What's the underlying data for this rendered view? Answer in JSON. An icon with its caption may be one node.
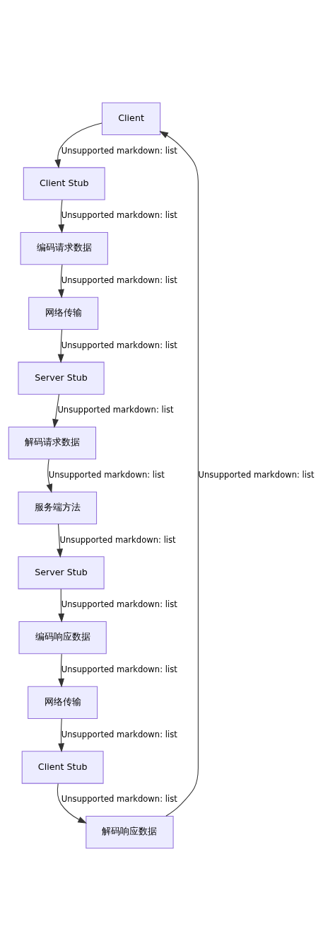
{
  "diagram": {
    "nodes": [
      {
        "text": [
          "Client"
        ]
      },
      {
        "text": [
          "Client Stub"
        ]
      },
      {
        "text": [
          "编码请求数据"
        ]
      },
      {
        "text": [
          "网络传输"
        ]
      },
      {
        "text": [
          "Server Stub"
        ]
      },
      {
        "text": [
          "解码请求数据"
        ]
      },
      {
        "text": [
          "服务端方法"
        ]
      },
      {
        "text": [
          "Server Stub"
        ]
      },
      {
        "text": [
          "编码响应数据"
        ]
      },
      {
        "text": [
          "网络传输"
        ]
      },
      {
        "text": [
          "Client Stub"
        ]
      },
      {
        "text": [
          "解码响应数据"
        ]
      }
    ],
    "edges": [
      {
        "from": 0,
        "to": 1,
        "arrow": "to",
        "label": "Unsupported markdown: list"
      },
      {
        "from": 1,
        "to": 2,
        "arrow": "to",
        "label": "Unsupported markdown: list"
      },
      {
        "from": 2,
        "to": 3,
        "arrow": "to",
        "label": "Unsupported markdown: list"
      },
      {
        "from": 3,
        "to": 4,
        "arrow": "to",
        "label": "Unsupported markdown: list"
      },
      {
        "from": 4,
        "to": 5,
        "arrow": "to",
        "label": "Unsupported markdown: list"
      },
      {
        "from": 5,
        "to": 6,
        "arrow": "to",
        "label": "Unsupported markdown: list"
      },
      {
        "from": 6,
        "to": 7,
        "arrow": "to",
        "label": "Unsupported markdown: list"
      },
      {
        "from": 7,
        "to": 8,
        "arrow": "to",
        "label": "Unsupported markdown: list"
      },
      {
        "from": 8,
        "to": 9,
        "arrow": "to",
        "label": "Unsupported markdown: list"
      },
      {
        "from": 9,
        "to": 10,
        "arrow": "to",
        "label": "Unsupported markdown: list"
      },
      {
        "from": 10,
        "to": 11,
        "arrow": "to",
        "label": "Unsupported markdown: list"
      },
      {
        "from": 11,
        "to": 0,
        "arrow": "to",
        "label": "Unsupported markdown: list"
      }
    ]
  }
}
